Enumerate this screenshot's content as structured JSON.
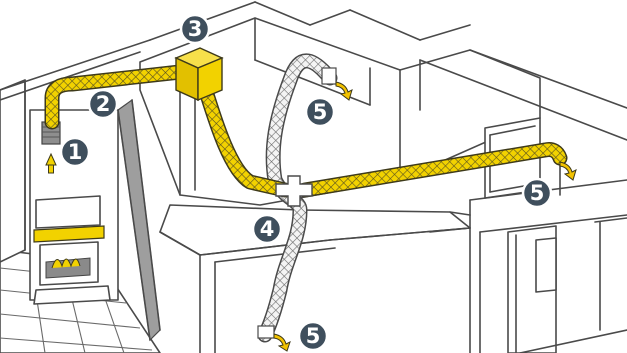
{
  "markers": [
    {
      "id": "1",
      "label": "1"
    },
    {
      "id": "2",
      "label": "2"
    },
    {
      "id": "3",
      "label": "3"
    },
    {
      "id": "4",
      "label": "4"
    },
    {
      "id": "5a",
      "label": "5"
    },
    {
      "id": "5b",
      "label": "5"
    },
    {
      "id": "5c",
      "label": "5"
    }
  ],
  "colors": {
    "warm_duct": "#f2d200",
    "cool_duct": "#d9d9d9",
    "marker": "#3f4f5d",
    "line": "#4a4a4a"
  }
}
